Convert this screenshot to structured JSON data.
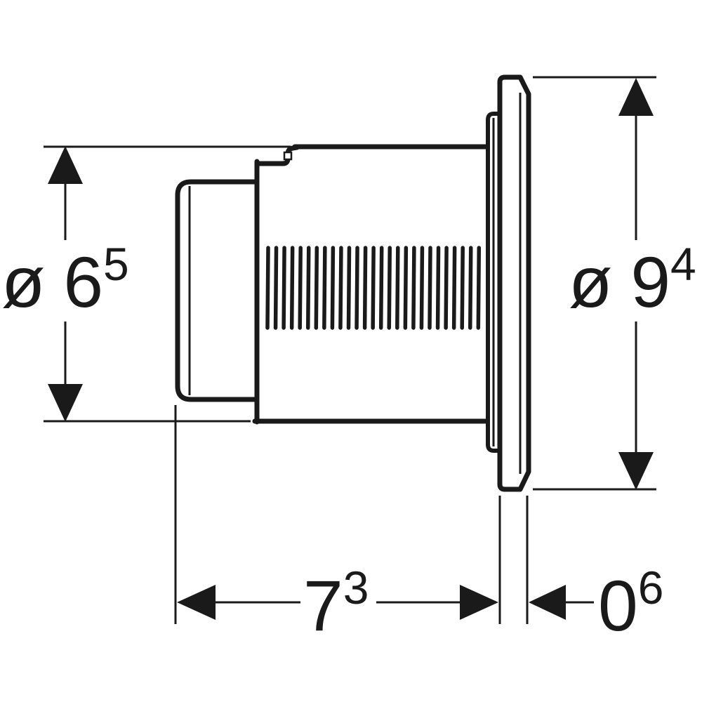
{
  "drawing": {
    "background": "#ffffff",
    "line_color": "#1a1a1a",
    "bellows": {
      "rib_count": 27
    },
    "dimensions": {
      "left_diameter": {
        "prefix": "ø",
        "value": "6",
        "sup": "5"
      },
      "right_diameter": {
        "prefix": "ø",
        "value": "9",
        "sup": "4"
      },
      "depth": {
        "value": "7",
        "sup": "3"
      },
      "plate_thickness": {
        "value": "0",
        "sup": "6"
      }
    }
  }
}
